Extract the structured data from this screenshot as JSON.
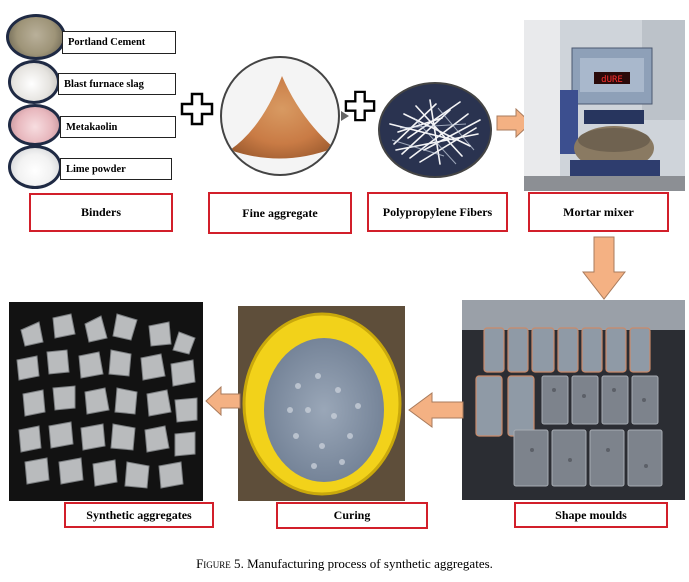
{
  "binders": {
    "items": [
      {
        "label": "Portland Cement",
        "color": "#9e9478"
      },
      {
        "label": "Blast furnace slag",
        "color": "#e6e4e0"
      },
      {
        "label": "Metakaolin",
        "color": "#e8b8be"
      },
      {
        "label": "Lime powder",
        "color": "#f2f2f2"
      }
    ],
    "group_label": "Binders"
  },
  "steps": {
    "fine_aggregate": "Fine aggregate",
    "fibers": "Polypropylene  Fibers",
    "mixer": "Mortar mixer",
    "moulds": "Shape moulds",
    "curing": "Curing",
    "synthetic": "Synthetic aggregates"
  },
  "mixer_display": "dURE",
  "caption": {
    "figure_label": "Figure 5",
    "text": ". Manufacturing process of synthetic aggregates."
  },
  "colors": {
    "box_border": "#d21f2a",
    "arrow_fill": "#f4b183",
    "arrow_stroke": "#a97b5c",
    "circle_border": "#1f2a44",
    "sand": "#c97b45",
    "curing_tub": "#f2d21a"
  }
}
